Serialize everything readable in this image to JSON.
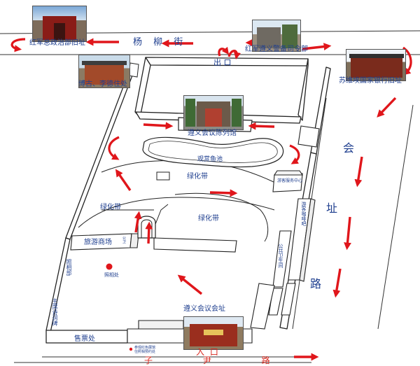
{
  "labels": {
    "gen_pol_dept": "红军总政治部旧址",
    "yangliu_street": "杨 柳 街",
    "red_zunyi_garrison": "红军遵义警备司令部",
    "bogu_lideju": "博古、李德住处",
    "exit": "出 口",
    "soviet_bank": "苏维埃国家银行旧址",
    "exhibition_hall": "遵义会议陈列馆",
    "fish_pond": "观赏鱼池",
    "hui": "会",
    "green_belt_upper": "绿化带",
    "visitor_center": "游客服务中心",
    "green_belt_left": "绿化带",
    "green_belt_center": "绿化带",
    "zhi": "址",
    "tourist_shops": "旅游商场",
    "small_sign": "公卫",
    "visitor_cafe": "游客咖啡吧",
    "public_washroom": "公共卫生间",
    "photo_gallery": "照相部",
    "photo_spot": "照相处",
    "lu": "路",
    "chairman_poem_wall": "主席诗词碑",
    "meeting_site": "遵义会议会址",
    "ticket_office": "售票处",
    "small_note": "参观红色展馆\n住照相预约处",
    "entrance": "入 口",
    "zi_yin_road": "子 尹 路"
  },
  "icons": {
    "direction_arrow": "red-arrow-icon",
    "u_turn": "red-curved-arrow-icon",
    "photo_marker": "red-dot-icon"
  },
  "colors": {
    "arrow": "#e0161b",
    "label_blue": "#1f3f8f",
    "label_red": "#d8281f",
    "outline": "#222222"
  }
}
